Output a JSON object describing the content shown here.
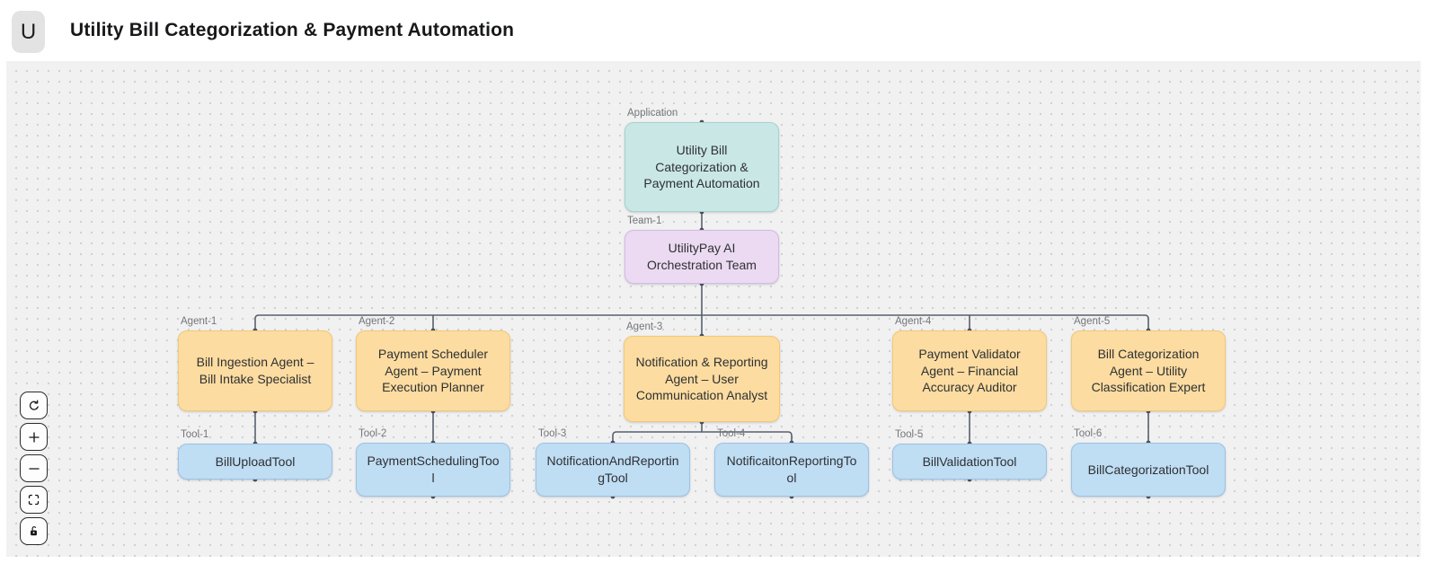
{
  "header": {
    "logo_letter": "U",
    "title": "Utility Bill Categorization & Payment Automation"
  },
  "diagram": {
    "nodes": [
      {
        "tag": "Application",
        "text": "Utility Bill Categorization & Payment Automation",
        "type": "application"
      },
      {
        "tag": "Team-1",
        "text": "UtilityPay AI Orchestration Team",
        "type": "team"
      },
      {
        "tag": "Agent-1",
        "text": "Bill Ingestion Agent – Bill Intake Specialist",
        "type": "agent"
      },
      {
        "tag": "Agent-2",
        "text": "Payment Scheduler Agent – Payment Execution Planner",
        "type": "agent"
      },
      {
        "tag": "Agent-3",
        "text": "Notification & Reporting Agent – User Communication Analyst",
        "type": "agent"
      },
      {
        "tag": "Agent-4",
        "text": "Payment Validator Agent – Financial Accuracy Auditor",
        "type": "agent"
      },
      {
        "tag": "Agent-5",
        "text": "Bill Categorization Agent – Utility Classification Expert",
        "type": "agent"
      },
      {
        "tag": "Tool-1",
        "text": "BillUploadTool",
        "type": "tool"
      },
      {
        "tag": "Tool-2",
        "text": "PaymentSchedulingTool",
        "type": "tool"
      },
      {
        "tag": "Tool-3",
        "text": "NotificationAndReportingTool",
        "type": "tool"
      },
      {
        "tag": "Tool-4",
        "text": "NotificaitonReportingTool",
        "type": "tool"
      },
      {
        "tag": "Tool-5",
        "text": "BillValidationTool",
        "type": "tool"
      },
      {
        "tag": "Tool-6",
        "text": "BillCategorizationTool",
        "type": "tool"
      }
    ],
    "controls": [
      {
        "name": "reset-view",
        "icon": "refresh-icon"
      },
      {
        "name": "zoom-in",
        "icon": "plus-icon"
      },
      {
        "name": "zoom-out",
        "icon": "minus-icon"
      },
      {
        "name": "fit-view",
        "icon": "fit-view-icon"
      },
      {
        "name": "toggle-lock",
        "icon": "lock-icon"
      }
    ],
    "colors": {
      "application_fill": "#c9e7e5",
      "application_border": "#a6d3cf",
      "team_fill": "#ebdaf2",
      "team_border": "#d5bae5",
      "agent_fill": "#fcdca0",
      "agent_border": "#f3c977",
      "tool_fill": "#bfddf3",
      "tool_border": "#9ac3e5",
      "edge": "#57606f",
      "canvas_bg": "#f1f1f1",
      "dot_grid": "#d1d1d1"
    }
  }
}
